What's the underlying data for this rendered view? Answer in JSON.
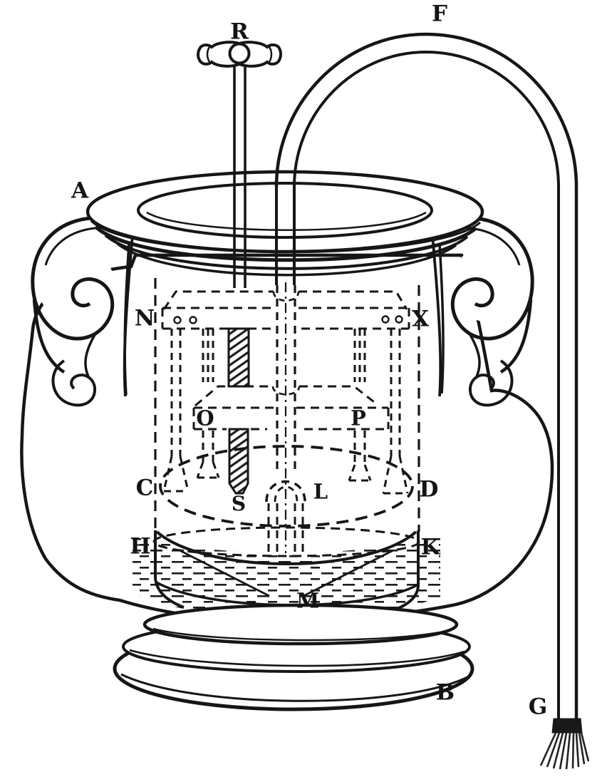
{
  "figure": {
    "type": "engraving-diagram",
    "labels": {
      "A": "A",
      "B": "B",
      "C": "C",
      "D": "D",
      "F": "F",
      "G": "G",
      "H": "H",
      "K": "K",
      "L": "L",
      "M": "M",
      "N": "N",
      "O": "O",
      "P": "P",
      "R": "R",
      "S": "S",
      "X": "X"
    }
  }
}
